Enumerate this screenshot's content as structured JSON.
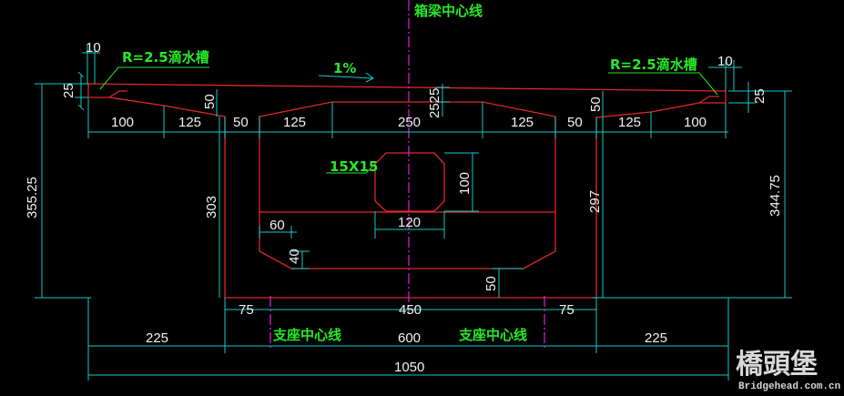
{
  "colors": {
    "background": "#000000",
    "outline": "#e02828",
    "dimension": "#19c8c8",
    "centerline": "#e020e0",
    "note": "#28e828",
    "text": "#f2f2f2"
  },
  "labels": {
    "box_girder_centerline": "箱梁中心线",
    "drip_left": "R=2.5滴水槽",
    "drip_right": "R=2.5滴水槽",
    "slope": "1%",
    "chamfer": "15X15",
    "bearing_left": "支座中心线",
    "bearing_right": "支座中心线"
  },
  "dims": {
    "d10_left": "10",
    "d10_right": "10",
    "d25_left": "25",
    "d25_right": "25",
    "d50_flange_left": "50",
    "d50_flange_right": "50",
    "d2525": "2525",
    "top": [
      "100",
      "125",
      "50",
      "125",
      "250",
      "125",
      "50",
      "125",
      "100"
    ],
    "h_left_total": "355.25",
    "h_right_total": "344.75",
    "h_web_left": "303",
    "h_web_right": "297",
    "d100": "100",
    "d120": "120",
    "d60": "60",
    "d40": "40",
    "d50_bottom": "50",
    "d75_left": "75",
    "d75_right": "75",
    "d450": "450",
    "d225_left": "225",
    "d225_right": "225",
    "d600": "600",
    "d1050": "1050"
  },
  "watermark": {
    "brand": "橋頭堡",
    "site": "Bridgehead.com.cn"
  }
}
